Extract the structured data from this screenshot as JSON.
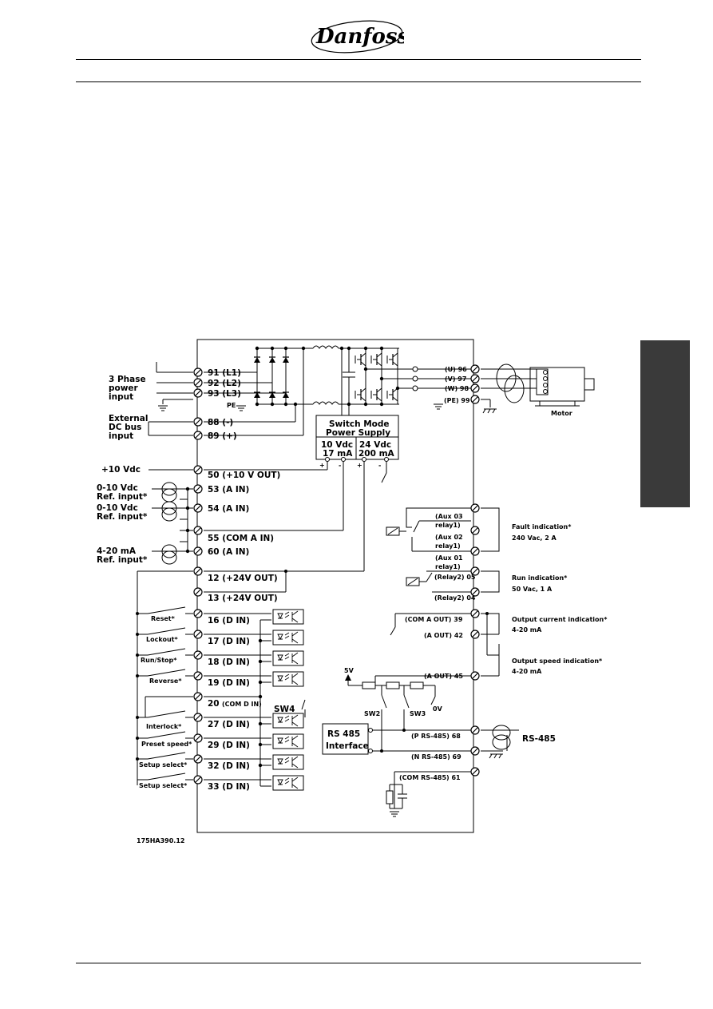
{
  "header": {
    "brand": "Danfoss"
  },
  "colors": {
    "ink": "#000000",
    "tab": "#3a3a3a"
  },
  "diagram": {
    "figure_id": "175HA390.12",
    "left_labels": {
      "three_phase": [
        "3 Phase",
        "power",
        "input"
      ],
      "pe": "PE",
      "dc_bus": [
        "External",
        "DC bus",
        "input"
      ],
      "plus10": "+10 Vdc",
      "ref1": [
        "0-10 Vdc",
        "Ref. input*"
      ],
      "ref2": [
        "0-10 Vdc",
        "Ref. input*"
      ],
      "ref3": [
        "4-20 mA",
        "Ref. input*"
      ],
      "reset": "Reset*",
      "lockout": "Lockout*",
      "runstop": "Run/Stop*",
      "reverse": "Reverse*",
      "interlock": "Interlock*",
      "preset": "Preset speed*",
      "setup1": "Setup select*",
      "setup2": "Setup select*"
    },
    "terminals": {
      "t91": "91  (L1)",
      "t92": "92  (L2)",
      "t93": "93  (L3)",
      "t88": "88  (-)",
      "t89": "89  (+)",
      "t50": "50  (+10  V  OUT)",
      "t53": "53  (A  IN)",
      "t54": "54  (A  IN)",
      "t55": "55  (COM  A  IN)",
      "t60": "60  (A  IN)",
      "t12": "12  (+24V  OUT)",
      "t13": "13  (+24V  OUT)",
      "t16": "16  (D  IN)",
      "t17": "17  (D  IN)",
      "t18": "18  (D  IN)",
      "t19": "19  (D  IN)",
      "t20": "20",
      "t20com": "(COM  D  IN)",
      "t27": "27  (D  IN)",
      "t29": "29  (D  IN)",
      "t32": "32  (D  IN)",
      "t33": "33  (D  IN)"
    },
    "psu": {
      "title1": "Switch  Mode",
      "title2": "Power  Supply",
      "v10": "10  Vdc",
      "ma17": "17  mA",
      "v24": "24  Vdc",
      "ma200": "200  mA"
    },
    "motor_terminals": {
      "u": "(U)  96",
      "v": "(V)  97",
      "w": "(W)  98",
      "pe": "(PE)  99",
      "motor": "Motor"
    },
    "right_terminals": {
      "aux03": [
        "(Aux    03",
        "relay1)"
      ],
      "aux02": [
        "(Aux    02",
        "relay1)"
      ],
      "aux01": [
        "(Aux    01",
        "relay1)"
      ],
      "relay05": "(Relay2) 05",
      "relay04": "(Relay2) 04",
      "t39": "(COM  A  OUT)  39",
      "t42": "(A  OUT)  42",
      "t45": "(A  OUT)  45",
      "t68": "(P  RS-485)  68",
      "t69": "(N  RS-485)  69",
      "t61": "(COM  RS-485)  61",
      "v5": "5V",
      "v0": "0V",
      "sw2": "SW2",
      "sw3": "SW3",
      "sw4": "SW4",
      "rs485a": "RS  485",
      "rs485b": "Interface",
      "rs485ext": "RS-485"
    },
    "indications": {
      "fault1": "Fault  indication*",
      "fault2": "240  Vac,  2  A",
      "run1": "Run  indication*",
      "run2": "50  Vac,  1  A",
      "cur1": "Output  current  indication*",
      "cur2": "4-20  mA",
      "spd1": "Output  speed  indication*",
      "spd2": "4-20  mA"
    }
  }
}
